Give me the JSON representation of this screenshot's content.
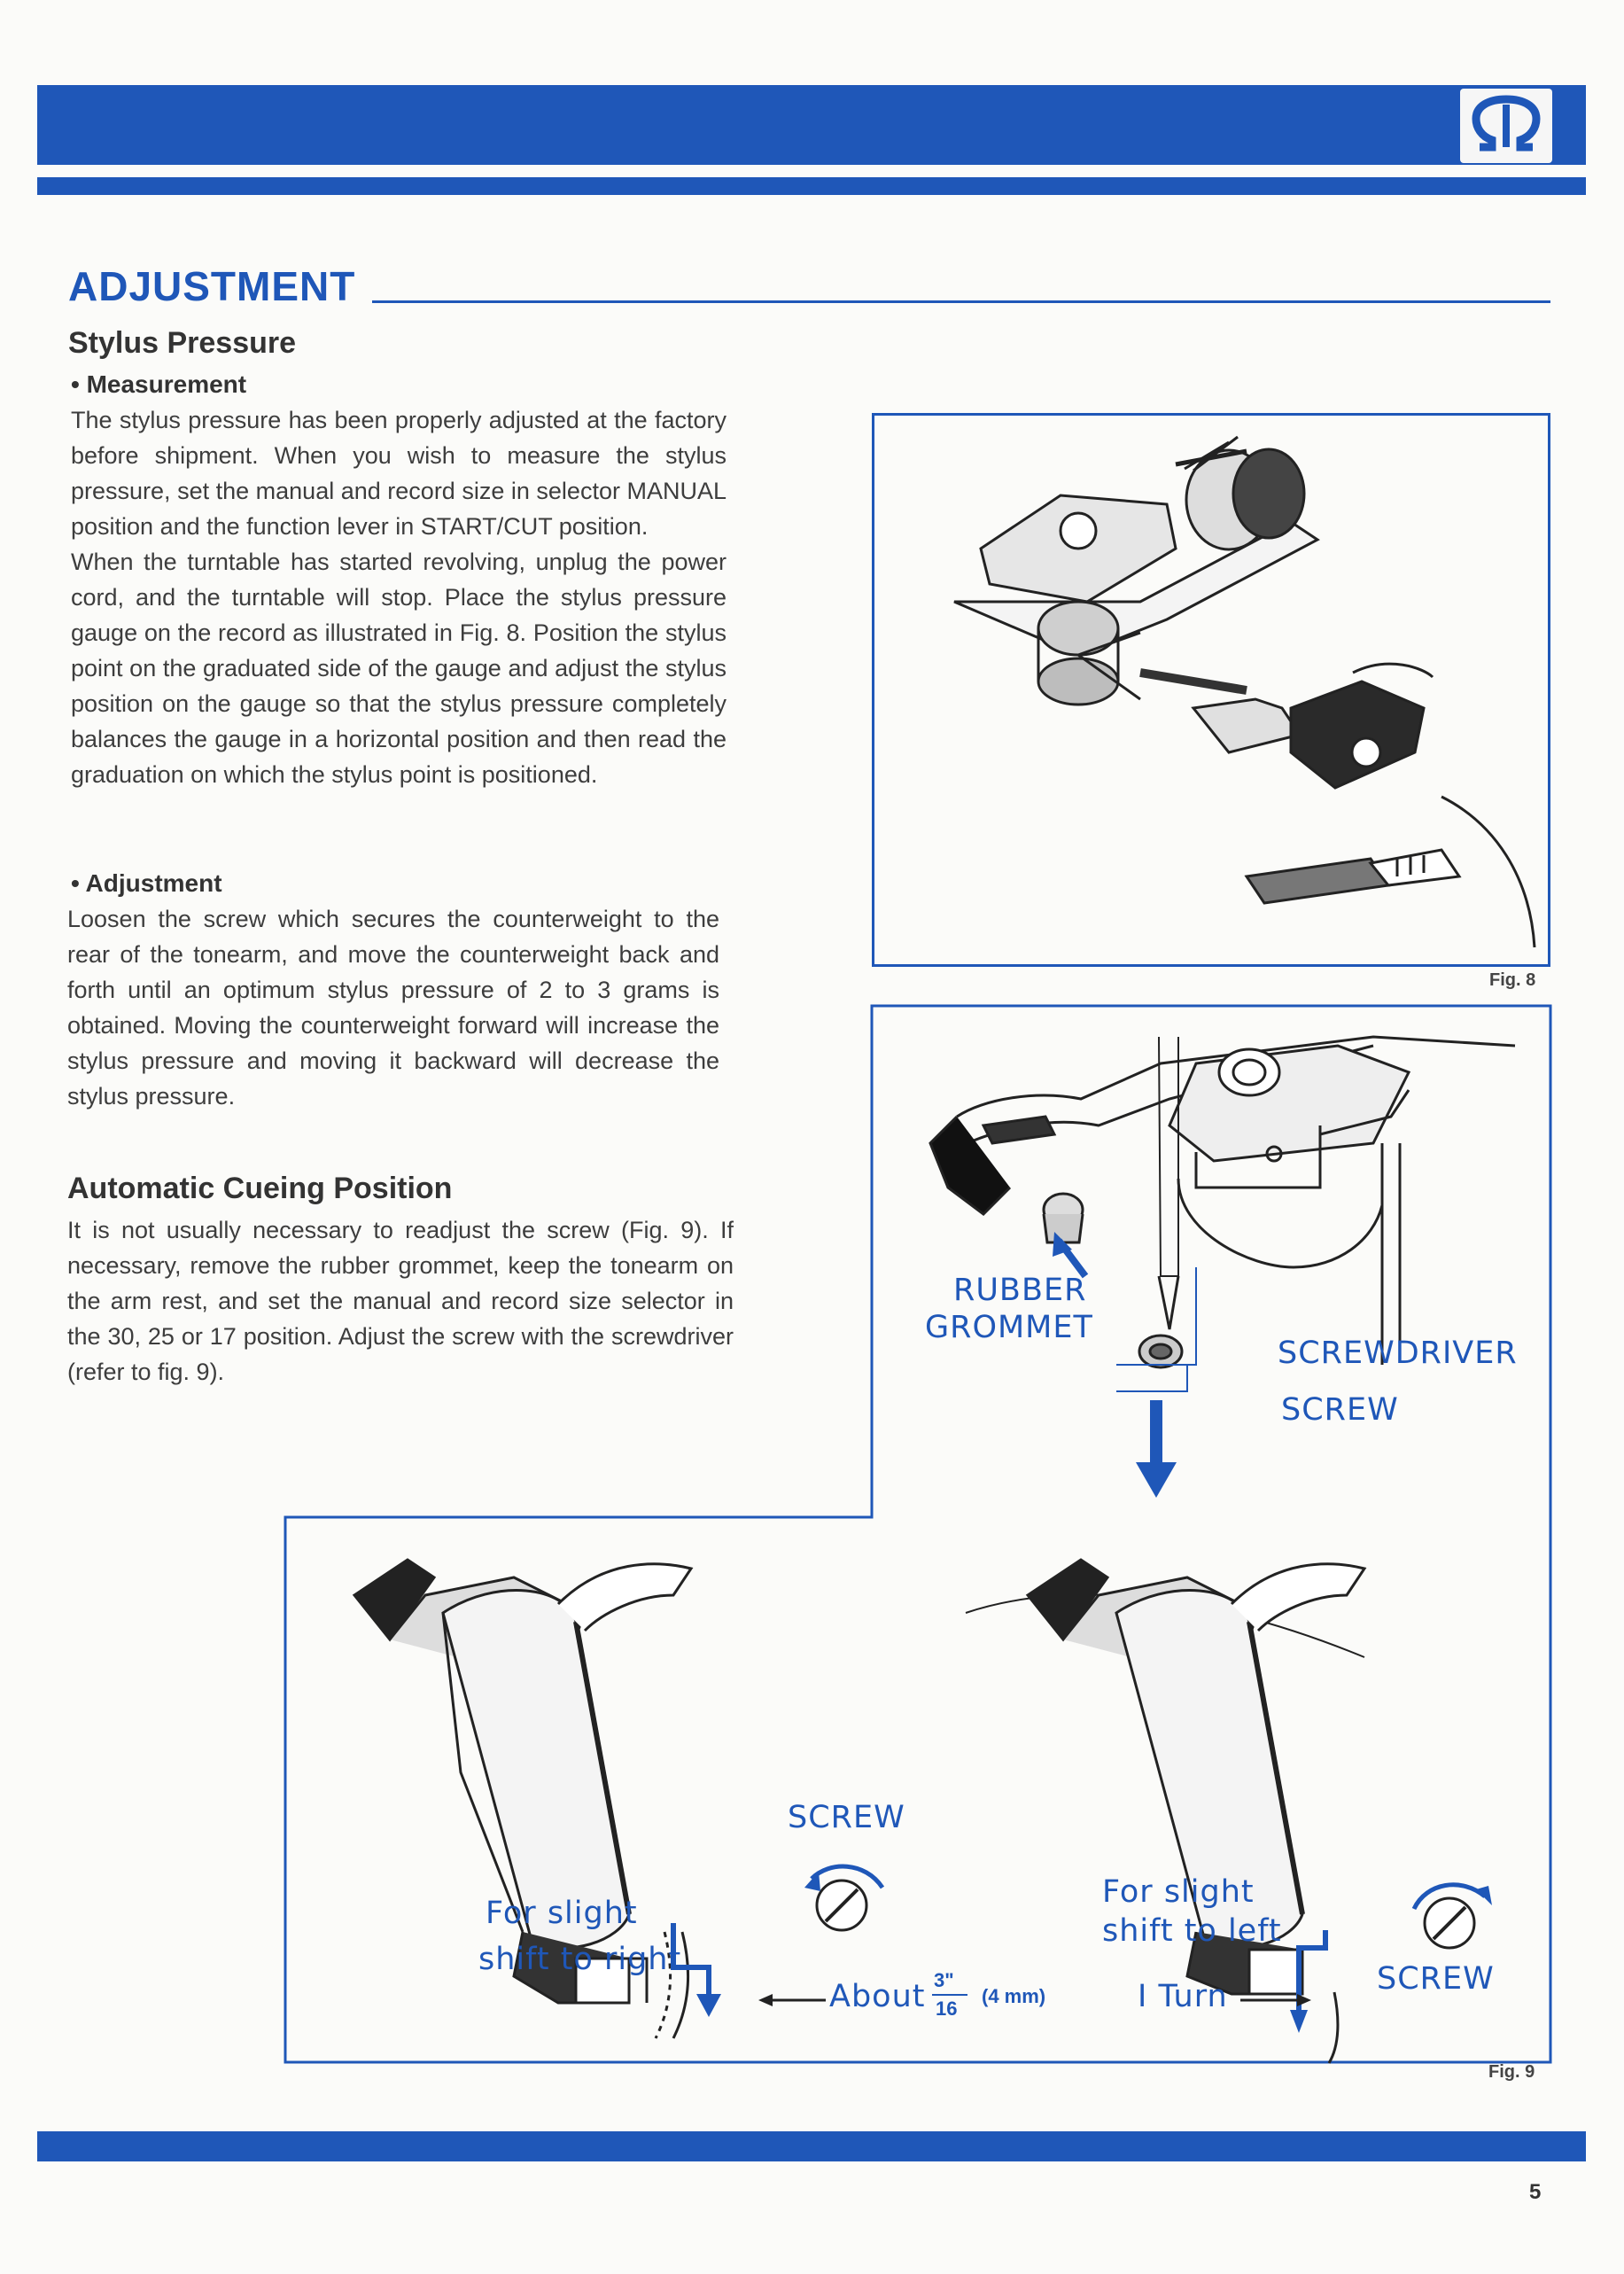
{
  "header": {
    "logo_icon": "omega-logo-icon",
    "accent_color": "#1f57b8"
  },
  "section": {
    "title": "ADJUSTMENT"
  },
  "stylus_pressure": {
    "heading": "Stylus Pressure",
    "measurement": {
      "subheading": "• Measurement",
      "p1": "The stylus pressure has been properly adjusted at the factory before shipment. When you wish to measure the stylus pressure, set the manual and record size in selector MANUAL position and the function lever in START/CUT position.",
      "p2": "When the turntable has started revolving, unplug the power cord, and the turntable will stop. Place the stylus pressure gauge on the record as illustrated in Fig. 8. Position the stylus point on the graduated side of the gauge and adjust the stylus position on the gauge so that the stylus pressure completely balances the gauge in a horizontal position and then read the graduation on which the stylus point is positioned."
    },
    "adjustment": {
      "subheading": "• Adjustment",
      "p1": "Loosen the screw which secures the counterweight to the rear of the tonearm, and move the counterweight back and forth until an optimum stylus pressure of 2 to 3 grams is obtained. Moving the counterweight forward will increase the stylus pressure and moving it backward will decrease the stylus pressure."
    }
  },
  "cueing": {
    "heading": "Automatic Cueing Position",
    "p1": "It is not usually necessary to readjust the screw (Fig. 9). If necessary, remove the rubber grommet, keep the tonearm on the arm rest, and set the manual and record size selector in the 30, 25 or 17 position. Adjust the screw with the screwdriver (refer to fig. 9)."
  },
  "fig8": {
    "caption": "Fig. 8"
  },
  "fig9": {
    "caption": "Fig. 9",
    "labels": {
      "rubber": "RUBBER",
      "grommet": "GROMMET",
      "screwdriver": "SCREWDRIVER",
      "screw_top": "SCREW",
      "screw_mid": "SCREW",
      "screw_right": "SCREW",
      "shift_right_1": "For slight",
      "shift_right_2": "shift to right",
      "shift_left_1": "For slight",
      "shift_left_2": "shift to left",
      "about": "About",
      "frac_num": "3\"",
      "frac_den": "16",
      "mm": "(4 mm)",
      "turn": "I Turn"
    }
  },
  "footer": {
    "page_number": "5"
  }
}
